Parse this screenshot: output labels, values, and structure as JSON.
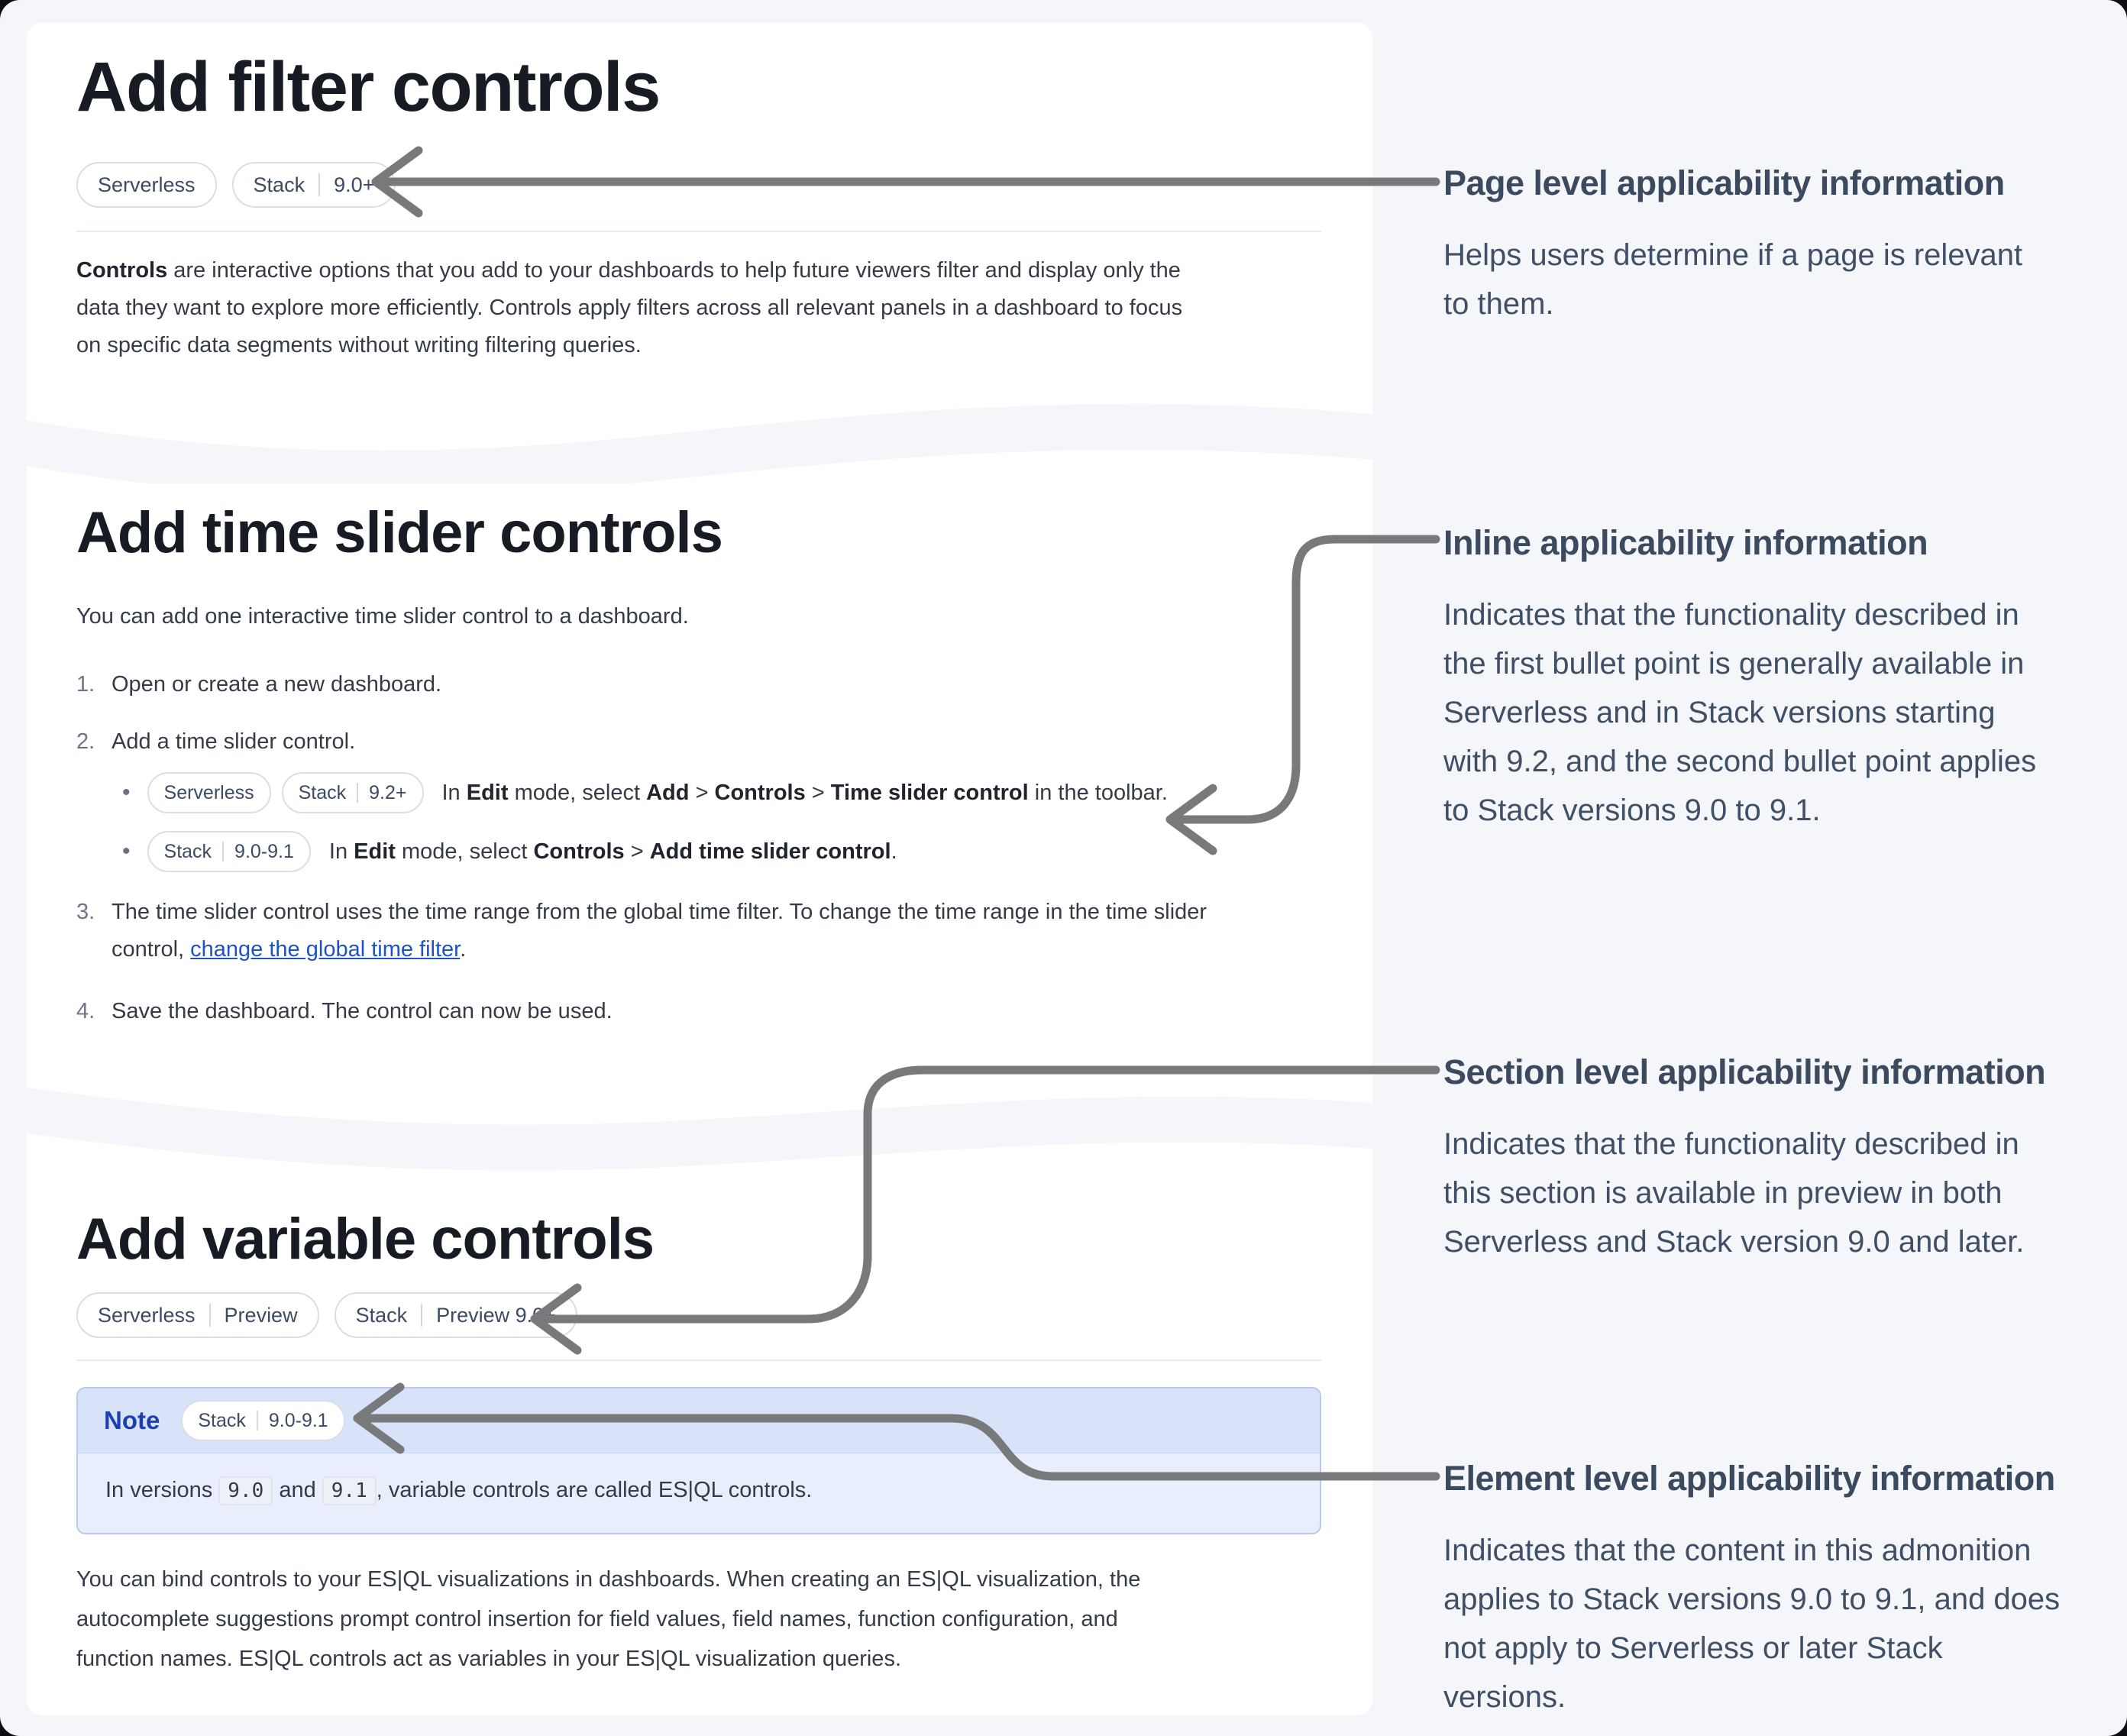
{
  "colors": {
    "page_background": "#f4f6fa",
    "card_background": "#ffffff",
    "arrow_gray": "#78797b",
    "link_blue": "#1d52c9",
    "note_label_blue": "#1e3fae",
    "note_header_background": "#d8e2f8",
    "note_body_background": "#e8eefc",
    "note_border": "#b7c9f0",
    "badge_border": "#d9dfe9",
    "badge_text": "#3c4b64",
    "annotation_text": "#3b4a5f",
    "heading_text": "#171b23",
    "body_text": "#353b46"
  },
  "card_filter": {
    "title": "Add filter controls",
    "badges": [
      {
        "left": "Serverless"
      },
      {
        "left": "Stack",
        "right": "9.0+"
      }
    ],
    "intro_bold": "Controls",
    "intro_rest": " are interactive options that you add to your dashboards to help future viewers filter and display only the\ndata they want to explore more efficiently. Controls apply filters across all relevant panels in a dashboard to focus\non specific data segments without writing filtering queries."
  },
  "card_time_slider": {
    "title": "Add time slider controls",
    "intro": "You can add one interactive time slider control to a dashboard.",
    "steps": {
      "n1": "1.",
      "t1": "Open or create a new dashboard.",
      "n2": "2.",
      "t2": "Add a time slider control.",
      "n3": "3.",
      "t3_pre": "The time slider control uses the time range from the global time filter. To change the time range in the time slider\ncontrol, ",
      "t3_link": "change the global time filter",
      "t3_post": ".",
      "n4": "4.",
      "t4": "Save the dashboard. The control can now be used."
    },
    "bullet1": {
      "badges": [
        {
          "left": "Serverless"
        },
        {
          "left": "Stack",
          "right": "9.2+"
        }
      ],
      "s1": "In ",
      "b1": "Edit",
      "s2": " mode, select ",
      "b2": "Add",
      "s3": " > ",
      "b3": "Controls",
      "s4": " > ",
      "b4": "Time slider control",
      "s5": " in the toolbar."
    },
    "bullet2": {
      "badges": [
        {
          "left": "Stack",
          "right": "9.0-9.1"
        }
      ],
      "s1": "In ",
      "b1": "Edit",
      "s2": " mode, select ",
      "b2": "Controls",
      "s3": " > ",
      "b3": "Add time slider control",
      "s4": "."
    }
  },
  "card_variable": {
    "title": "Add variable controls",
    "badges": [
      {
        "left": "Serverless",
        "right": "Preview"
      },
      {
        "left": "Stack",
        "right": "Preview 9.0+"
      }
    ],
    "note": {
      "label": "Note",
      "badge": {
        "left": "Stack",
        "right": "9.0-9.1"
      },
      "body_pre": "In versions ",
      "code1": "9.0",
      "body_mid": " and ",
      "code2": "9.1",
      "body_post": ", variable controls are called ES|QL controls."
    },
    "outro": "You can bind controls to your ES|QL visualizations in dashboards. When creating an ES|QL visualization, the\nautocomplete suggestions prompt control insertion for field values, field names, function configuration, and\nfunction names. ES|QL controls act as variables in your ES|QL visualization queries."
  },
  "annotations": [
    {
      "title": "Page level applicability information",
      "body": "Helps users determine if a page is relevant\nto them."
    },
    {
      "title": "Inline applicability information",
      "body": "Indicates that the functionality described in\nthe first bullet point is generally available in\nServerless and in Stack versions starting\nwith 9.2, and the second bullet point applies\nto Stack versions 9.0 to 9.1."
    },
    {
      "title": "Section level applicability information",
      "body": "Indicates that the functionality described in\nthis section is available in preview in both\nServerless and Stack version 9.0 and later."
    },
    {
      "title": "Element level applicability information",
      "body": "Indicates that the content in this admonition\napplies to Stack versions 9.0 to 9.1, and does\nnot apply to Serverless or later Stack\nversions."
    }
  ]
}
